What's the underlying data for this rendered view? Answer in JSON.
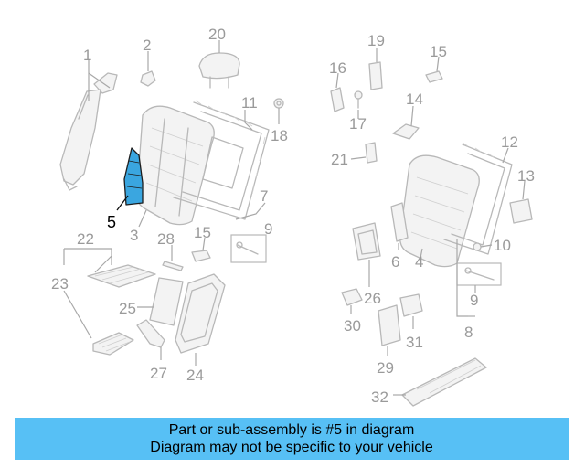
{
  "highlight_color": "#3aa6e0",
  "banner_color": "#57c0f5",
  "highlighted_part": "5",
  "callouts": {
    "n1": "1",
    "n2": "2",
    "n20": "20",
    "n11": "11",
    "n18": "18",
    "n5": "5",
    "n3": "3",
    "n7": "7",
    "n9a": "9",
    "n22": "22",
    "n28": "28",
    "n15a": "15",
    "n23": "23",
    "n25": "25",
    "n26": "26",
    "n27": "27",
    "n24": "24",
    "n19": "19",
    "n15b": "15",
    "n16": "16",
    "n14": "14",
    "n17": "17",
    "n21": "21",
    "n12": "12",
    "n13": "13",
    "n10": "10",
    "n6": "6",
    "n4": "4",
    "n9b": "9",
    "n8": "8",
    "n30": "30",
    "n31": "31",
    "n29": "29",
    "n32": "32"
  },
  "banner": {
    "line1": "Part or sub-assembly is #5 in diagram",
    "line2": "Diagram may not be specific to your vehicle"
  }
}
